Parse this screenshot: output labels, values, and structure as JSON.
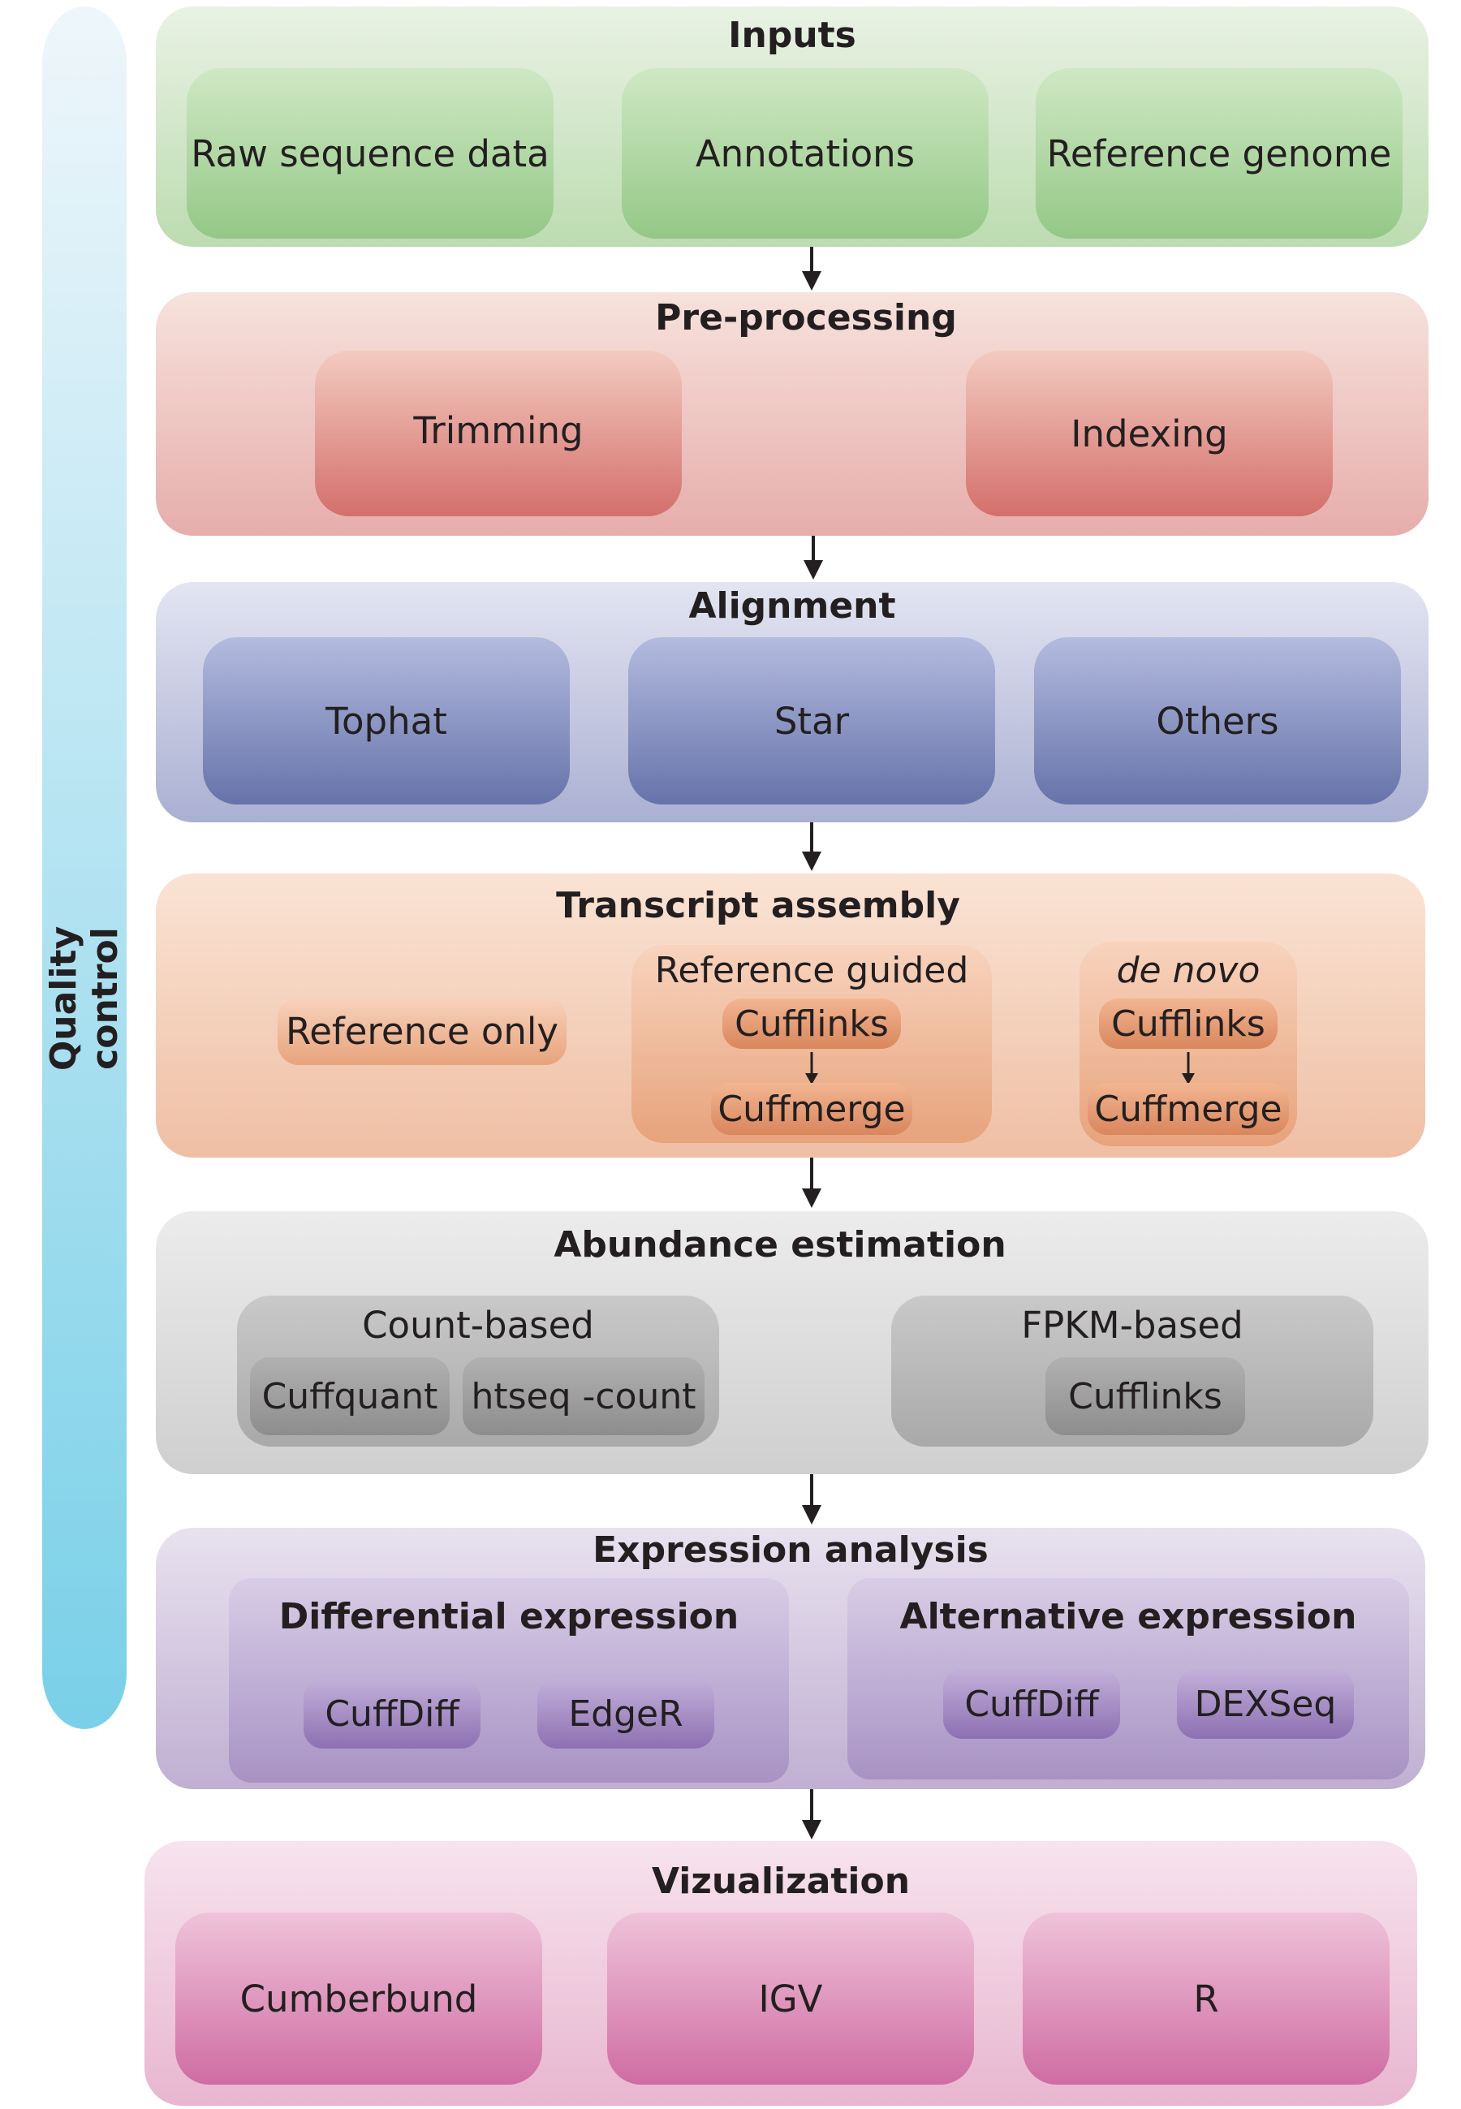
{
  "side_bar": {
    "label": "Quality control"
  },
  "stages": {
    "inputs": {
      "title": "Inputs",
      "boxes": [
        "Raw sequence data",
        "Annotations",
        "Reference genome"
      ]
    },
    "preprocessing": {
      "title": "Pre-processing",
      "boxes": [
        "Trimming",
        "Indexing"
      ]
    },
    "alignment": {
      "title": "Alignment",
      "boxes": [
        "Tophat",
        "Star",
        "Others"
      ]
    },
    "assembly": {
      "title": "Transcript assembly",
      "reference_only": "Reference only",
      "reference_guided": {
        "label": "Reference guided",
        "steps": [
          "Cufflinks",
          "Cuffmerge"
        ]
      },
      "de_novo": {
        "label": "de novo",
        "steps": [
          "Cufflinks",
          "Cuffmerge"
        ]
      }
    },
    "abundance": {
      "title": "Abundance estimation",
      "count_based": {
        "label": "Count-based",
        "tools": [
          "Cuffquant",
          "htseq -count"
        ]
      },
      "fpkm_based": {
        "label": "FPKM-based",
        "tools": [
          "Cufflinks"
        ]
      }
    },
    "expression": {
      "title": "Expression analysis",
      "differential": {
        "label": "Differential expression",
        "tools": [
          "CuffDiff",
          "EdgeR"
        ]
      },
      "alternative": {
        "label": "Alternative expression",
        "tools": [
          "CuffDiff",
          "DEXSeq"
        ]
      }
    },
    "visualization": {
      "title": "Vizualization",
      "boxes": [
        "Cumberbund",
        "IGV",
        "R"
      ]
    }
  },
  "colors": {
    "inputs": "#94c887",
    "preprocessing": "#d46f6b",
    "alignment": "#6673aa",
    "assembly": "#e7a37c",
    "abundance": "#a9a9a9",
    "expression": "#a892c4",
    "visualization": "#cf6ca2",
    "quality_control": "#79d0e8",
    "arrow": "#231f20"
  }
}
